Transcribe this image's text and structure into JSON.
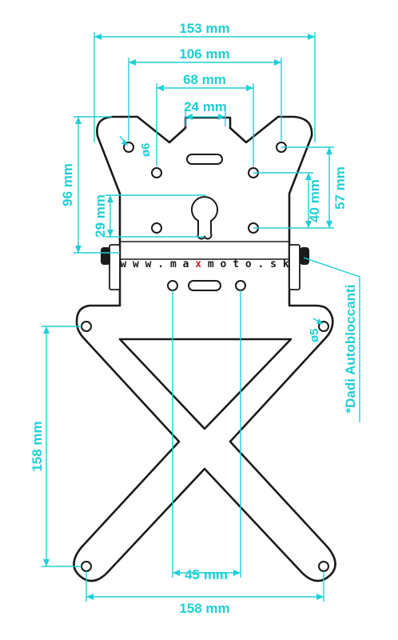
{
  "colors": {
    "dimension": "#1ecfd6",
    "outline": "#1a1a1a",
    "brand_accent": "#e0202a",
    "background": "#ffffff"
  },
  "dimensions": {
    "top_153": "153 mm",
    "top_106": "106 mm",
    "top_68": "68 mm",
    "top_24": "24 mm",
    "hole_6": "ø6",
    "left_96": "96 mm",
    "left_29": "29 mm",
    "right_40": "40 mm",
    "right_57": "57 mm",
    "hole_5": "ø5",
    "left_158": "158 mm",
    "bottom_45": "45 mm",
    "bottom_158": "158 mm"
  },
  "brand": {
    "prefix": "w w w . m a ",
    "accent": "x",
    "suffix": " m o t o . s k"
  },
  "note": "*Dadi Autobloccanti"
}
